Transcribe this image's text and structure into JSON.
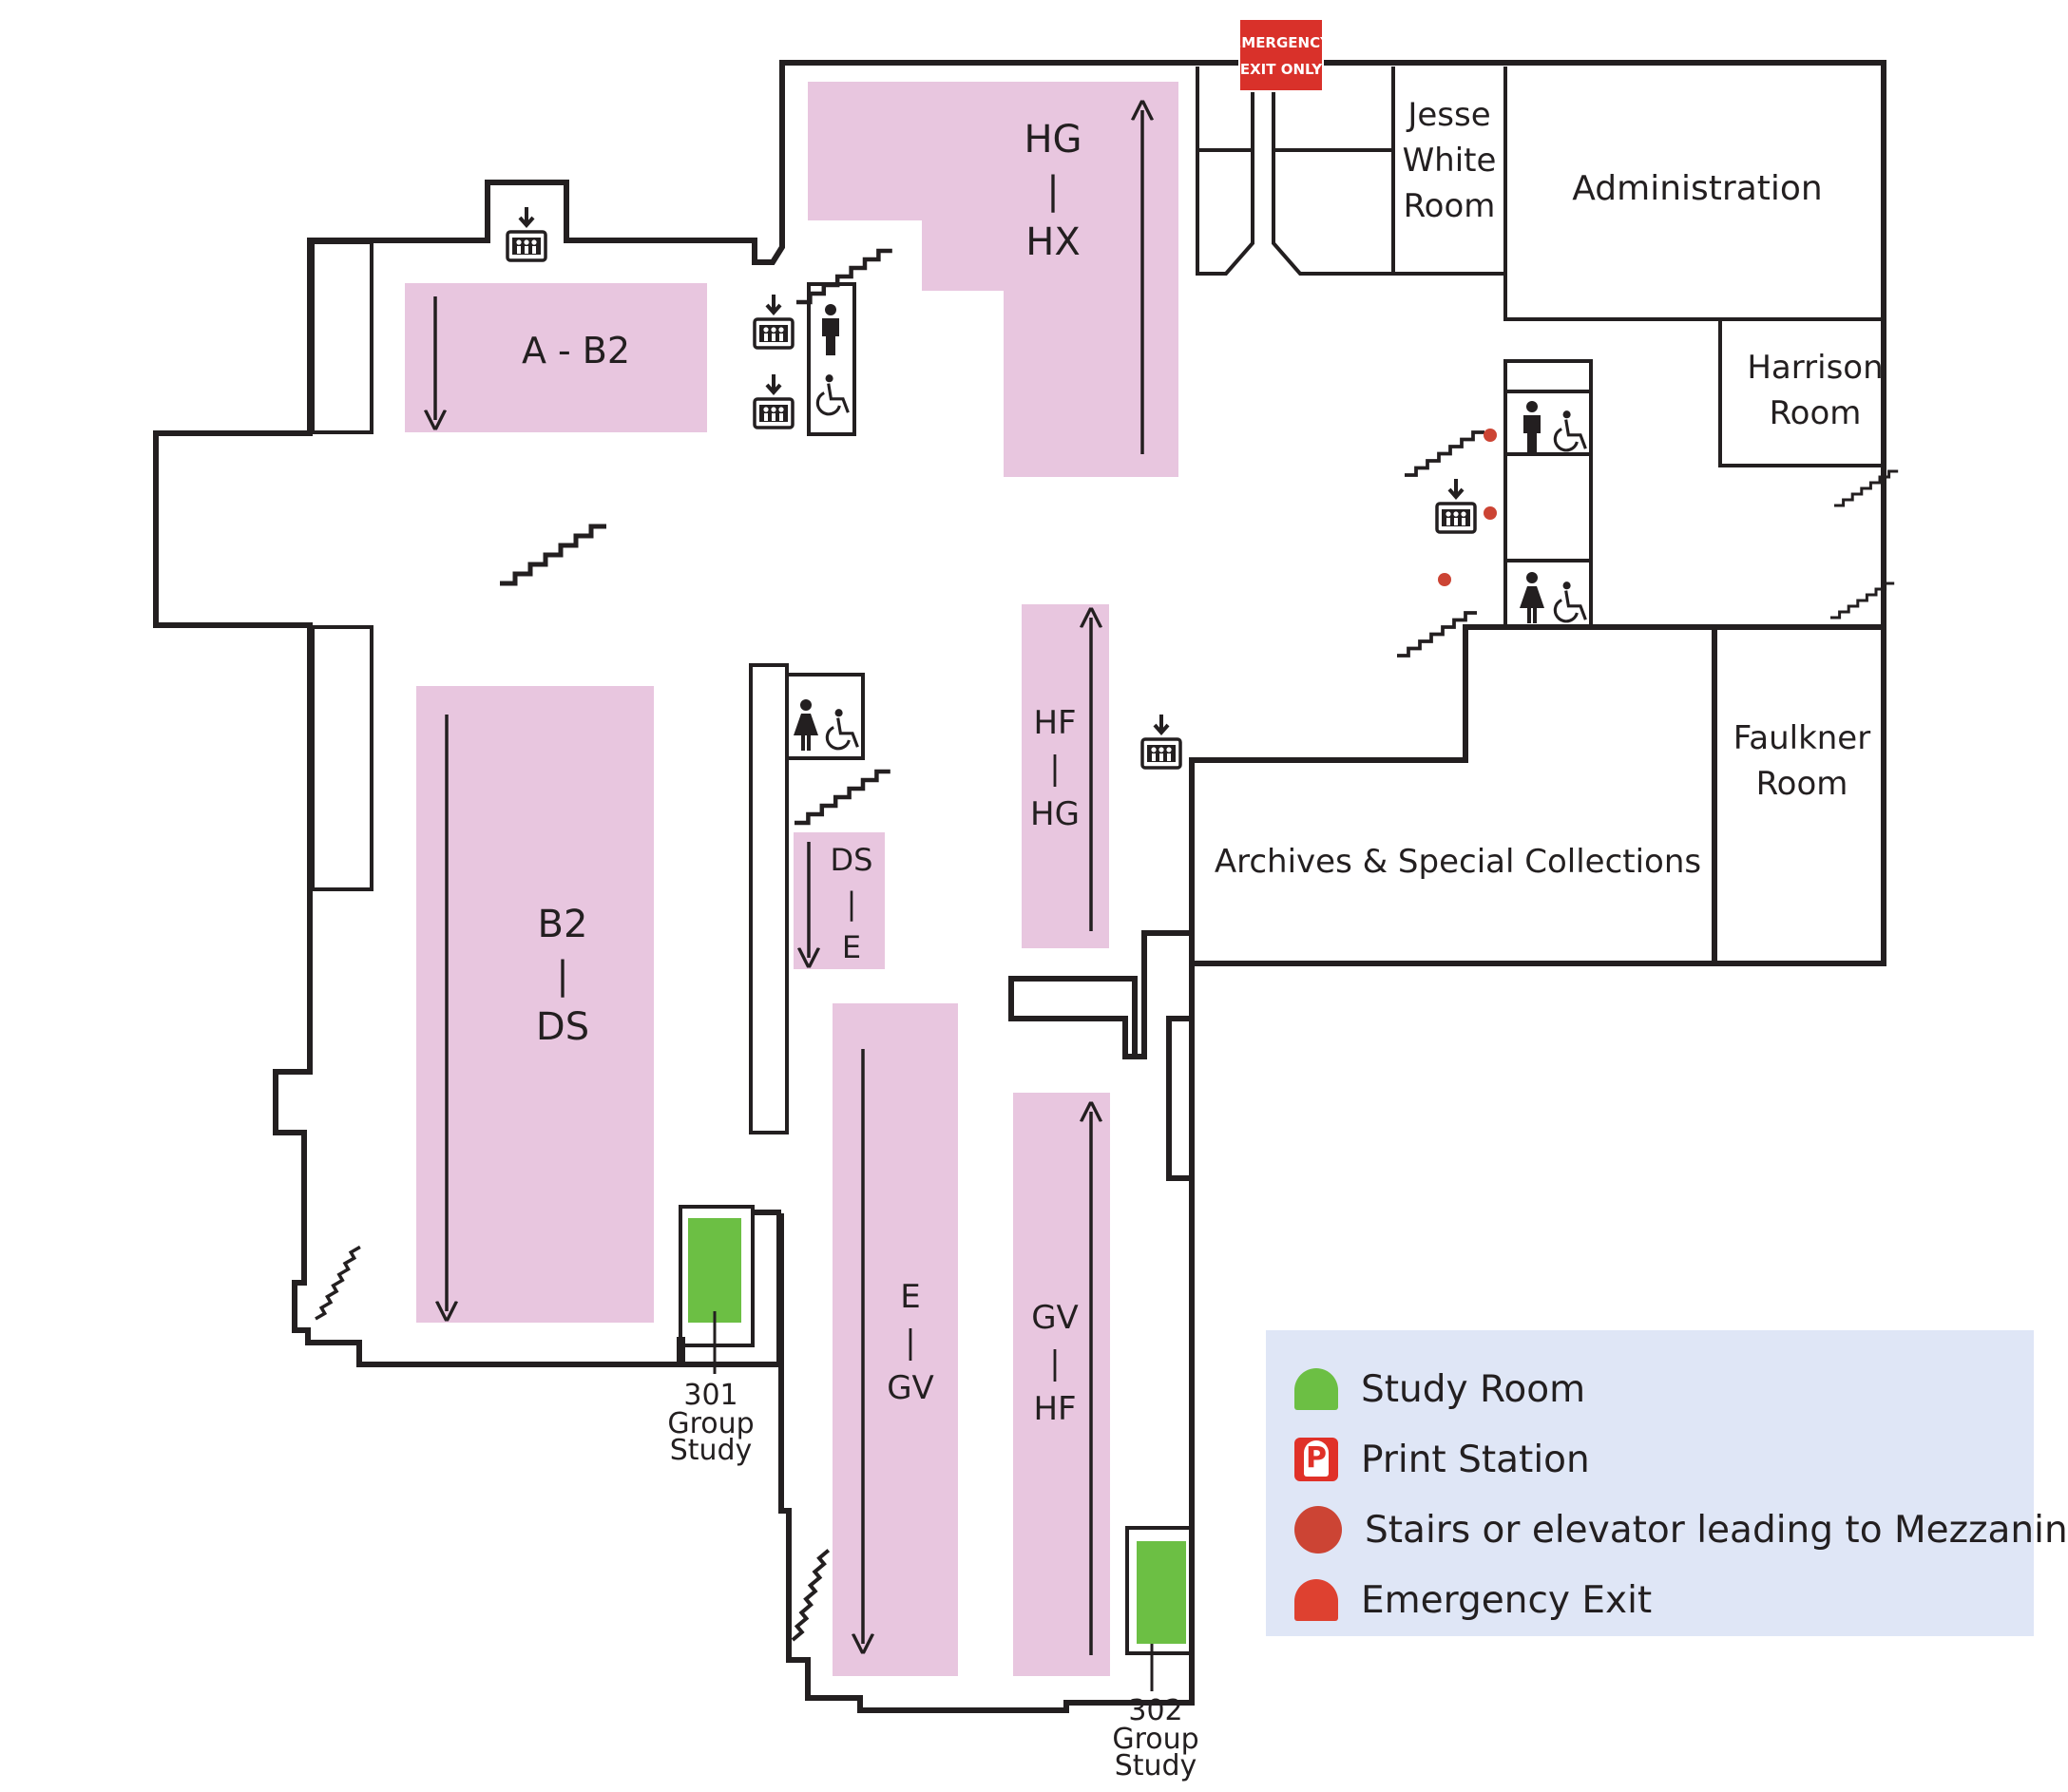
{
  "emergency_sign": {
    "line1": "EMERGENCY",
    "line2": "EXIT ONLY"
  },
  "rooms": {
    "jesse_white": [
      "Jesse",
      "White",
      "Room"
    ],
    "administration": "Administration",
    "harrison": [
      "Harrison",
      "Room"
    ],
    "faulkner": [
      "Faulkner",
      "Room"
    ],
    "archives": "Archives & Special Collections"
  },
  "stacks": {
    "a_b2": "A - B2",
    "b2_ds": [
      "B2",
      "|",
      "DS"
    ],
    "hg_hx": [
      "HG",
      "|",
      "HX"
    ],
    "hf_hg": [
      "HF",
      "|",
      "HG"
    ],
    "ds_e": [
      "DS",
      "|",
      "E"
    ],
    "e_gv": [
      "E",
      "|",
      "GV"
    ],
    "gv_hf": [
      "GV",
      "|",
      "HF"
    ]
  },
  "study_rooms": {
    "r301": [
      "301",
      "Group",
      "Study"
    ],
    "r302": [
      "302",
      "Group",
      "Study"
    ]
  },
  "legend": [
    {
      "icon": "study-room-icon",
      "label": "Study Room",
      "color": "#6cbf44"
    },
    {
      "icon": "print-station-icon",
      "label": "Print Station",
      "color": "#e03128"
    },
    {
      "icon": "mezzanine-dot-icon",
      "label": "Stairs or elevator leading to Mezzanine",
      "color": "#cc4434"
    },
    {
      "icon": "emergency-exit-icon",
      "label": "Emergency Exit",
      "color": "#de4130"
    }
  ],
  "colors": {
    "stack": "#e8c6df",
    "wall": "#231f20",
    "legend_bg": "#dfe6f6"
  }
}
